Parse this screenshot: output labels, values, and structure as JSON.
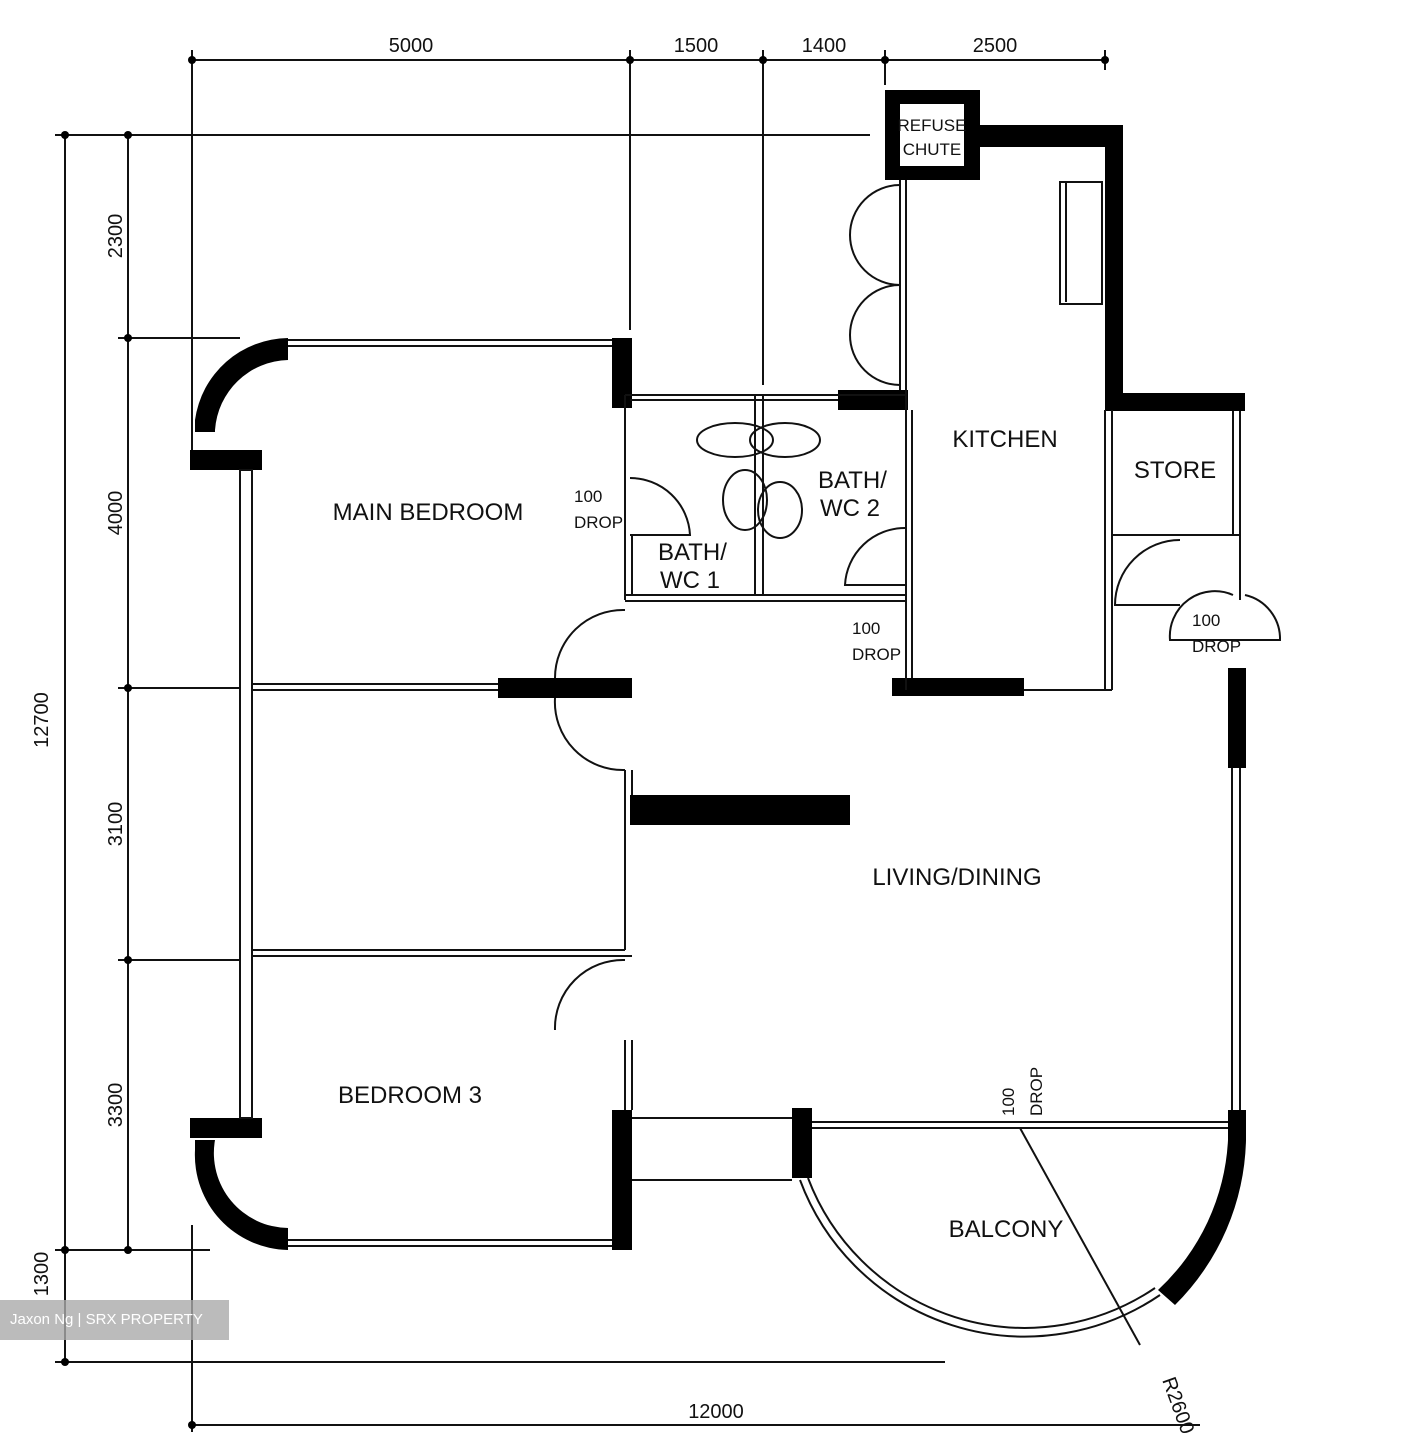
{
  "rooms": {
    "main_bedroom": "MAIN  BEDROOM",
    "bedroom3": "BEDROOM  3",
    "kitchen": "KITCHEN",
    "store": "STORE",
    "living": "LIVING/DINING",
    "balcony": "BALCONY",
    "bath1_a": "BATH/",
    "bath1_b": "WC  1",
    "bath2_a": "BATH/",
    "bath2_b": "WC  2",
    "refuse_a": "REFUSE",
    "refuse_b": "CHUTE"
  },
  "drop": {
    "value": "100",
    "label": "DROP"
  },
  "radius_label": "R2600",
  "dimensions": {
    "top": [
      "5000",
      "1500",
      "1400",
      "2500"
    ],
    "left_total": "12700",
    "left": [
      "2300",
      "4000",
      "3100",
      "3300"
    ],
    "left_bottom": "1300",
    "bottom": "12000"
  },
  "watermark": "Jaxon Ng | SRX PROPERTY"
}
